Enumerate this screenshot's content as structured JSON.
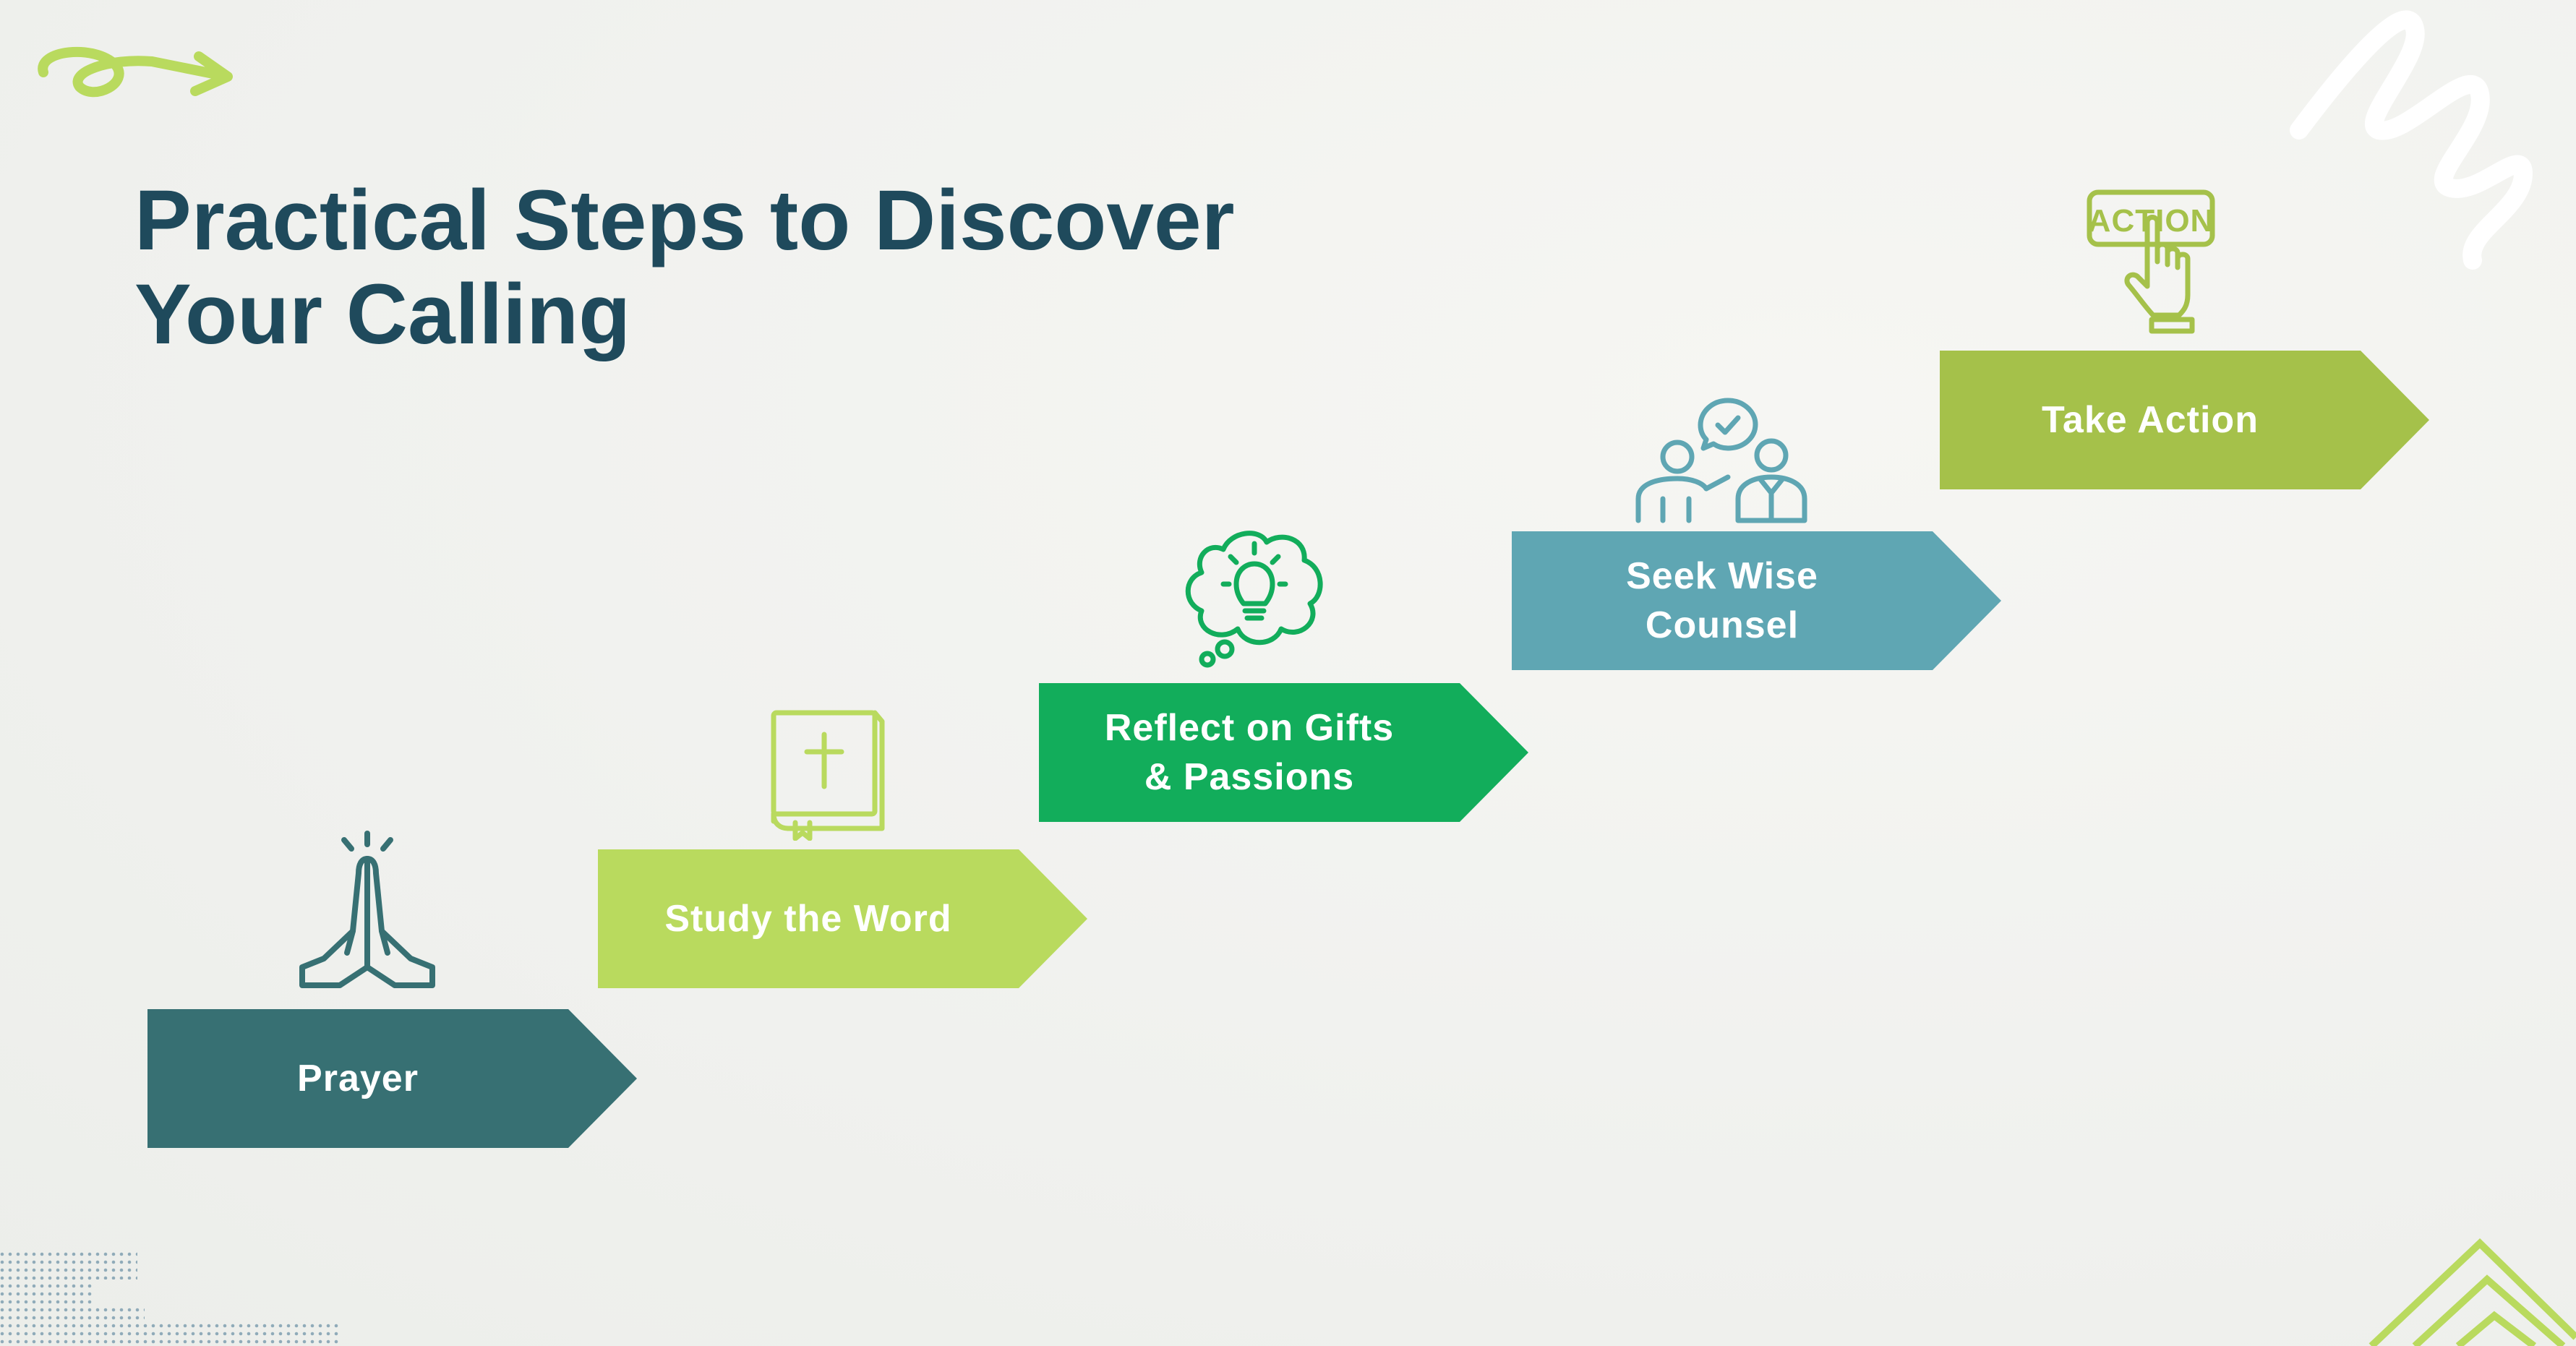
{
  "title": {
    "line1": "Practical Steps to Discover",
    "line2": "Your Calling"
  },
  "steps": [
    {
      "label": "Prayer",
      "color": "#377073",
      "icon": "praying-hands-icon"
    },
    {
      "label": "Study the Word",
      "color": "#b9da5e",
      "icon": "bible-icon"
    },
    {
      "label": "Reflect on Gifts & Passions",
      "color": "#12ad5b",
      "icon": "thought-lightbulb-icon"
    },
    {
      "label": "Seek Wise Counsel",
      "color": "#5fa6b3",
      "icon": "counsel-people-icon"
    },
    {
      "label": "Take Action",
      "color": "#a5c14a",
      "icon": "action-button-icon"
    }
  ],
  "icon_text": {
    "action": "ACTION"
  },
  "colors": {
    "title": "#1f4a5c",
    "accent_green": "#b9da5e",
    "icon_teal": "#377073"
  }
}
